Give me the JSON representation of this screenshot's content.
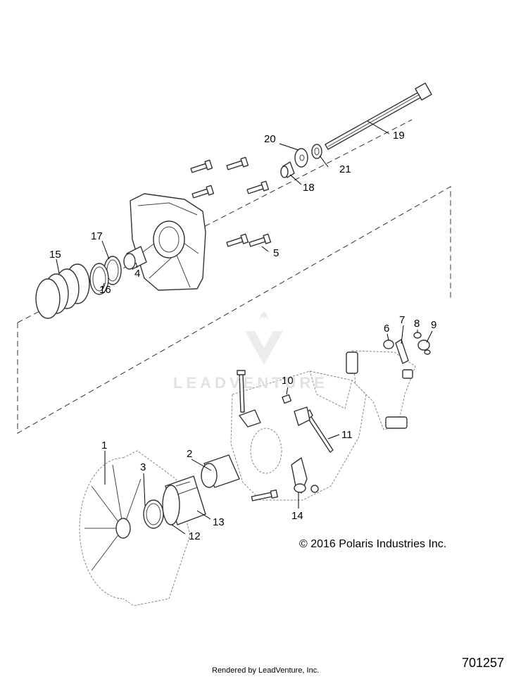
{
  "watermark": {
    "text": "LEADVENTURE"
  },
  "callouts": {
    "c1": "1",
    "c2": "2",
    "c3": "3",
    "c4": "4",
    "c5": "5",
    "c6": "6",
    "c7": "7",
    "c8": "8",
    "c9": "9",
    "c10": "10",
    "c11": "11",
    "c12": "12",
    "c13": "13",
    "c14": "14",
    "c15": "15",
    "c16": "16",
    "c17": "17",
    "c18": "18",
    "c19": "19",
    "c20": "20",
    "c21": "21"
  },
  "footer": {
    "copyright": "© 2016 Polaris Industries Inc.",
    "drawing_number": "701257",
    "rendered_by": "Rendered by LeadVenture, Inc."
  }
}
